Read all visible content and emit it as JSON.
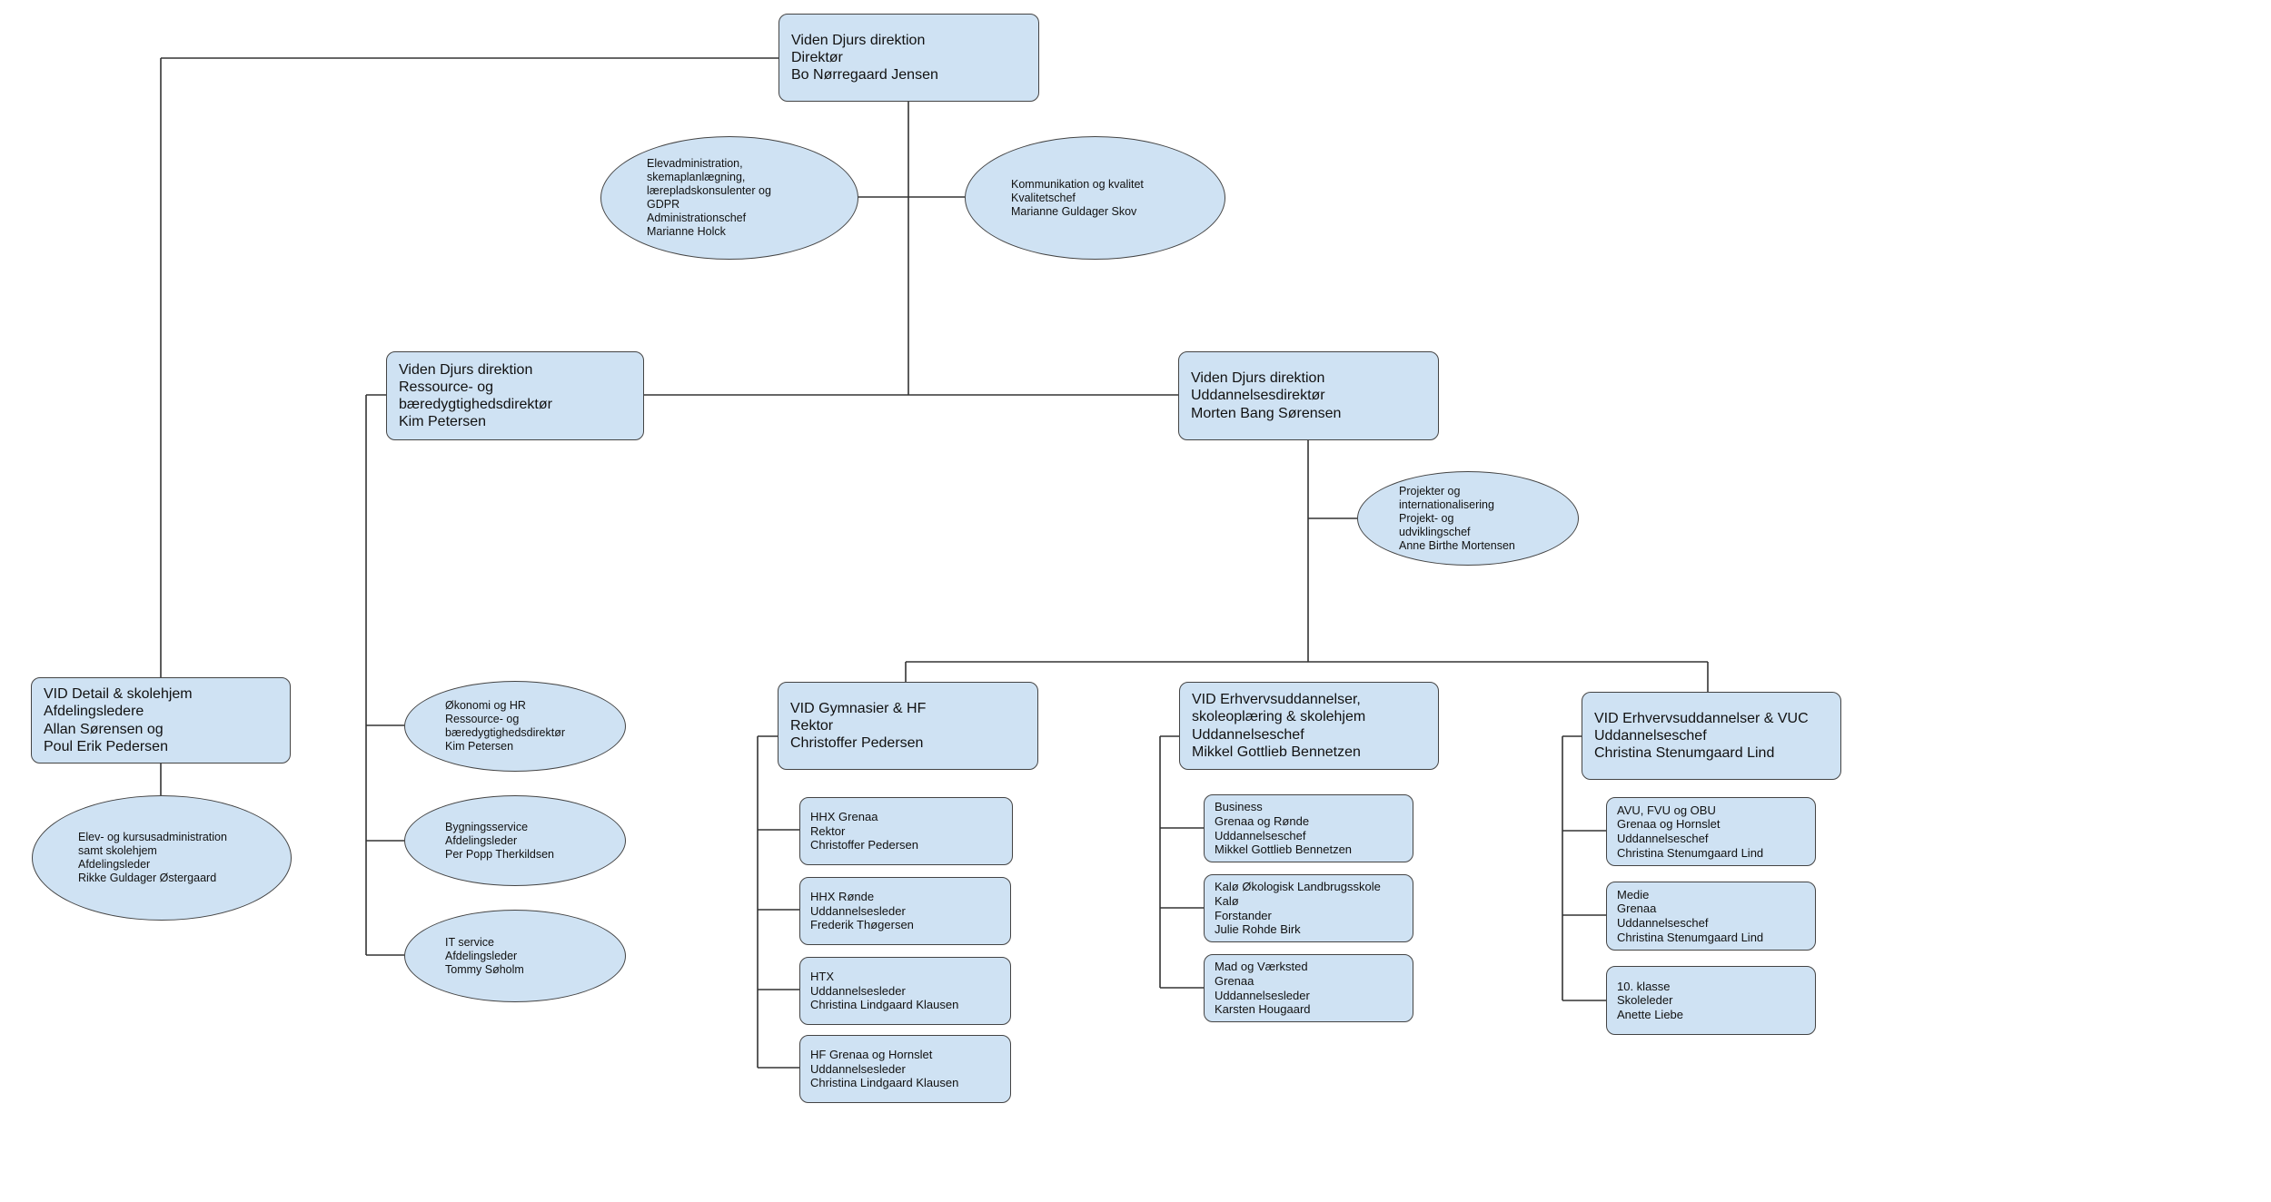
{
  "colors": {
    "node_fill": "#cfe2f3",
    "node_border": "#444444",
    "connector": "#333333"
  },
  "org_chart": {
    "director": {
      "lines": [
        "Viden Djurs direktion",
        "Direktør",
        "Bo Nørregaard Jensen"
      ]
    },
    "staff_left": {
      "lines": [
        "Elevadministration,",
        "skemaplanlægning,",
        "lærepladskonsulenter og",
        "GDPR",
        "Administrationschef",
        "Marianne Holck"
      ]
    },
    "staff_right": {
      "lines": [
        "Kommunikation og kvalitet",
        "Kvalitetschef",
        "Marianne Guldager Skov"
      ]
    },
    "resource_director": {
      "lines": [
        "Viden Djurs direktion",
        "Ressource- og",
        "bæredygtighedsdirektør",
        "Kim Petersen"
      ]
    },
    "education_director": {
      "lines": [
        "Viden Djurs direktion",
        "Uddannelsesdirektør",
        "Morten Bang Sørensen"
      ]
    },
    "projects": {
      "lines": [
        "Projekter og",
        "internationalisering",
        "Projekt- og",
        "udviklingschef",
        "Anne Birthe Mortensen"
      ]
    },
    "detail": {
      "lines": [
        "VID Detail & skolehjem",
        "Afdelingsledere",
        "Allan Sørensen og",
        "Poul Erik Pedersen"
      ]
    },
    "detail_admin": {
      "lines": [
        "Elev- og kursusadministration",
        "samt skolehjem",
        "Afdelingsleder",
        "Rikke Guldager Østergaard"
      ]
    },
    "economy_hr": {
      "lines": [
        "Økonomi og HR",
        "Ressource- og",
        "bæredygtighedsdirektør",
        "Kim Petersen"
      ]
    },
    "building": {
      "lines": [
        "Bygningsservice",
        "Afdelingsleder",
        "Per Popp Therkildsen"
      ]
    },
    "it_service": {
      "lines": [
        "IT service",
        "Afdelingsleder",
        "Tommy Søholm"
      ]
    },
    "gymnasier": {
      "lines": [
        "VID Gymnasier & HF",
        "Rektor",
        "Christoffer Pedersen"
      ]
    },
    "hhx_grenaa": {
      "lines": [
        "HHX Grenaa",
        "Rektor",
        "Christoffer Pedersen"
      ]
    },
    "hhx_ronde": {
      "lines": [
        "HHX Rønde",
        "Uddannelsesleder",
        "Frederik Thøgersen"
      ]
    },
    "htx": {
      "lines": [
        "HTX",
        "Uddannelsesleder",
        "Christina Lindgaard Klausen"
      ]
    },
    "hf": {
      "lines": [
        "HF Grenaa og Hornslet",
        "Uddannelsesleder",
        "Christina Lindgaard Klausen"
      ]
    },
    "erhverv": {
      "lines": [
        "VID Erhvervsuddannelser,",
        "skoleoplæring & skolehjem",
        "Uddannelseschef",
        "Mikkel Gottlieb Bennetzen"
      ]
    },
    "business": {
      "lines": [
        "Business",
        "Grenaa og Rønde",
        "Uddannelseschef",
        "Mikkel Gottlieb Bennetzen"
      ]
    },
    "kalo": {
      "lines": [
        "Kalø Økologisk Landbrugsskole",
        "Kalø",
        "Forstander",
        "Julie Rohde Birk"
      ]
    },
    "mad": {
      "lines": [
        "Mad og Værksted",
        "Grenaa",
        "Uddannelsesleder",
        "Karsten Hougaard"
      ]
    },
    "vuc": {
      "lines": [
        "VID Erhvervsuddannelser & VUC",
        "Uddannelseschef",
        "Christina Stenumgaard Lind"
      ]
    },
    "avu": {
      "lines": [
        "AVU, FVU og OBU",
        "Grenaa og Hornslet",
        "Uddannelseschef",
        "Christina Stenumgaard Lind"
      ]
    },
    "medie": {
      "lines": [
        "Medie",
        "Grenaa",
        "Uddannelseschef",
        "Christina Stenumgaard Lind"
      ]
    },
    "tiende": {
      "lines": [
        "10. klasse",
        "Skoleleder",
        "Anette Liebe"
      ]
    }
  }
}
